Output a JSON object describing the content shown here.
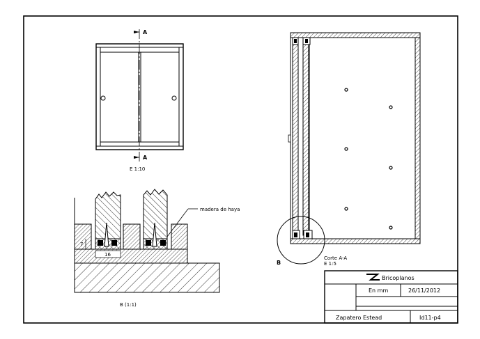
{
  "views": {
    "front": {
      "section_marker_top": "A",
      "section_marker_bottom": "A",
      "scale": "E 1:10"
    },
    "detail": {
      "note": "madera de haya",
      "dimension_width": "16",
      "dimension_height": "7",
      "caption": "B (1:1)"
    },
    "section": {
      "detail_marker": "B",
      "title": "Corte A-A",
      "scale": "E 1:5"
    }
  },
  "title_block": {
    "brand": "Bricoplanos",
    "units": "En mm",
    "date": "26/11/2012",
    "name": "Zapatero Estead",
    "code": "Id11-p4"
  },
  "colors": {
    "line": "#000000",
    "background": "#ffffff"
  },
  "icons": [
    "bricoplanos-logo-icon"
  ]
}
